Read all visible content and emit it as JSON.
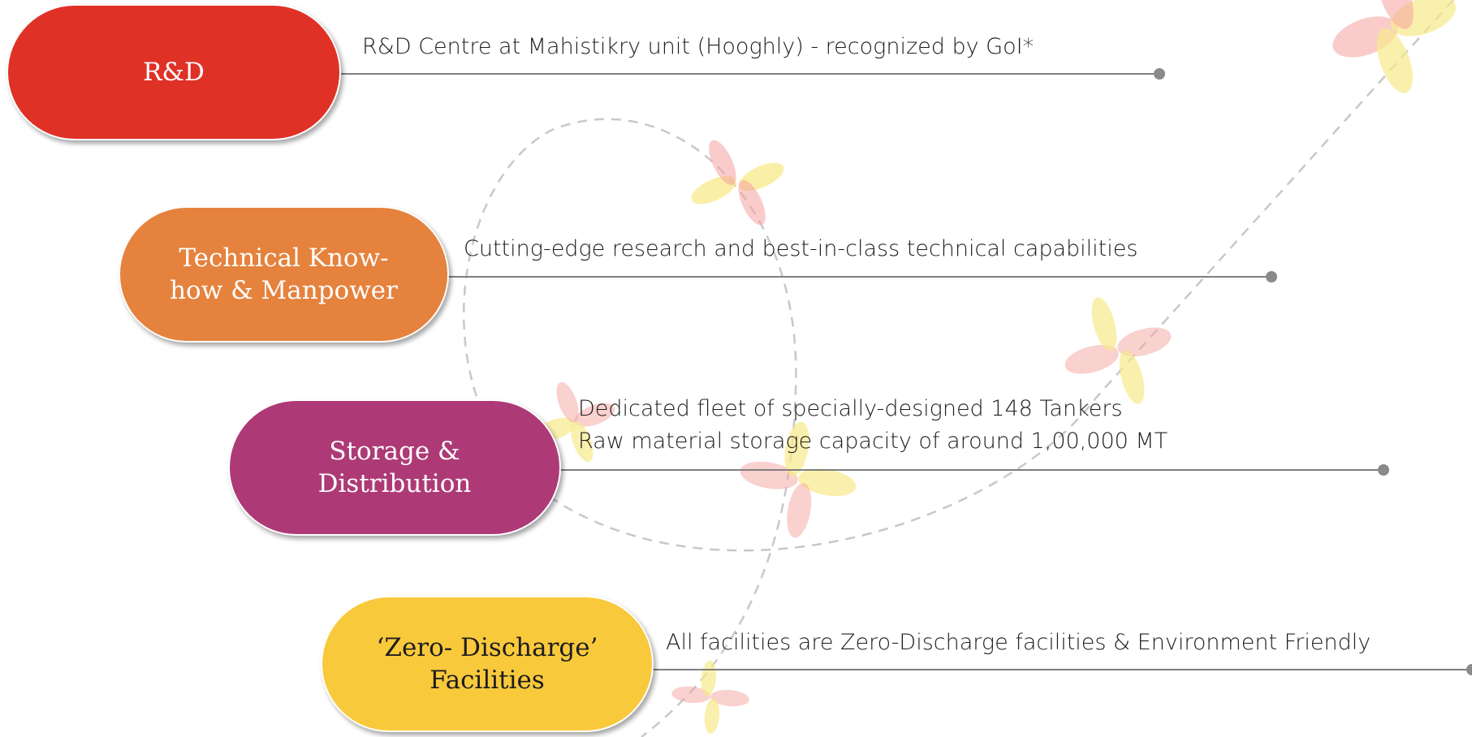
{
  "rows": [
    {
      "label": [
        "R&D"
      ],
      "color": "#e03127",
      "text_color": "#ffffff",
      "description": [
        "R&D Centre at Mahistikry unit (Hooghly) - recognized by GoI*"
      ]
    },
    {
      "label": [
        "Technical Know-",
        "how & Manpower"
      ],
      "color": "#e5823d",
      "text_color": "#ffffff",
      "description": [
        "Cutting-edge research and best-in-class technical capabilities"
      ]
    },
    {
      "label": [
        "Storage &",
        "Distribution"
      ],
      "color": "#ad3a76",
      "text_color": "#ffffff",
      "description": [
        "Dedicated fleet of specially-designed 148 Tankers",
        "Raw material storage capacity of around 1,00,000 MT"
      ]
    },
    {
      "label": [
        "‘Zero- Discharge’",
        "Facilities"
      ],
      "color": "#f9c93c",
      "text_color": "#1e1e1e",
      "description": [
        "All facilities are Zero-Discharge facilities & Environment Friendly"
      ]
    }
  ],
  "colors": {
    "connector": "#7f7f7f",
    "dashed_path": "#c8c8c8",
    "petal_red": "#f4a3a0",
    "petal_yellow": "#f8e98a"
  }
}
